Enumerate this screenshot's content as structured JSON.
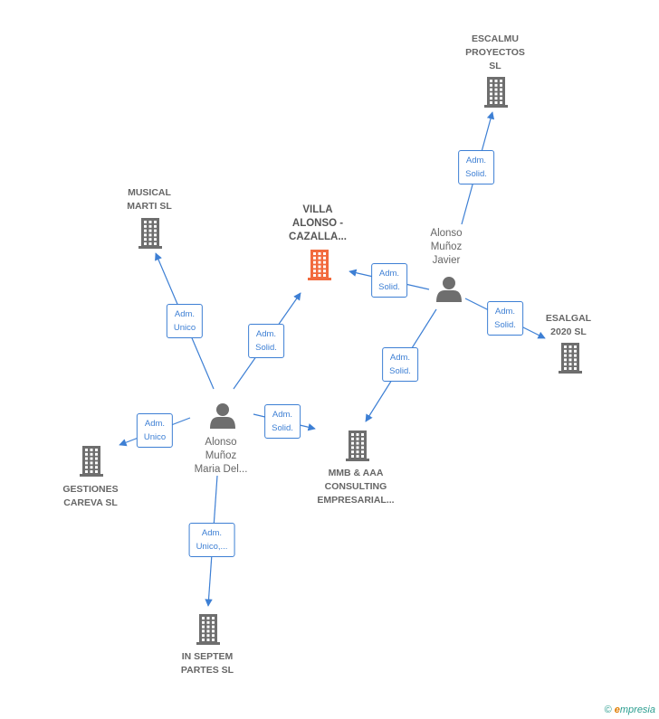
{
  "colors": {
    "edge": "#3d7fd4",
    "company_icon": "#6e6e6e",
    "main_company_icon": "#f26a3d",
    "person_icon": "#6e6e6e"
  },
  "nodes": [
    {
      "id": "villa",
      "type": "company",
      "main": true,
      "label": "VILLA\nALONSO -\nCAZALLA...",
      "icon": "building-icon"
    },
    {
      "id": "escalmu",
      "type": "company",
      "label": "ESCALMU\nPROYECTOS\nSL",
      "icon": "building-icon"
    },
    {
      "id": "musical",
      "type": "company",
      "label": "MUSICAL\nMARTI  SL",
      "icon": "building-icon"
    },
    {
      "id": "esalgal",
      "type": "company",
      "label": "ESALGAL\n2020  SL",
      "icon": "building-icon"
    },
    {
      "id": "mmb",
      "type": "company",
      "label": "MMB & AAA\nCONSULTING\nEMPRESARIAL...",
      "icon": "building-icon"
    },
    {
      "id": "gestiones",
      "type": "company",
      "label": "GESTIONES\nCAREVA SL",
      "icon": "building-icon"
    },
    {
      "id": "inseptem",
      "type": "company",
      "label": "IN SEPTEM\nPARTES  SL",
      "icon": "building-icon"
    },
    {
      "id": "javier",
      "type": "person",
      "label": "Alonso\nMuñoz\nJavier",
      "icon": "person-icon"
    },
    {
      "id": "maria",
      "type": "person",
      "label": "Alonso\nMuñoz\nMaria Del...",
      "icon": "person-icon"
    }
  ],
  "edges": [
    {
      "from": "javier",
      "to": "escalmu",
      "label": "Adm.\nSolid."
    },
    {
      "from": "javier",
      "to": "villa",
      "label": "Adm.\nSolid."
    },
    {
      "from": "javier",
      "to": "esalgal",
      "label": "Adm.\nSolid."
    },
    {
      "from": "javier",
      "to": "mmb",
      "label": "Adm.\nSolid."
    },
    {
      "from": "maria",
      "to": "musical",
      "label": "Adm.\nUnico"
    },
    {
      "from": "maria",
      "to": "villa",
      "label": "Adm.\nSolid."
    },
    {
      "from": "maria",
      "to": "gestiones",
      "label": "Adm.\nUnico"
    },
    {
      "from": "maria",
      "to": "mmb",
      "label": "Adm.\nSolid."
    },
    {
      "from": "maria",
      "to": "inseptem",
      "label": "Adm.\nUnico,..."
    }
  ],
  "footer": {
    "copyright": "©",
    "brand_initial": "e",
    "brand_rest": "mpresia"
  }
}
